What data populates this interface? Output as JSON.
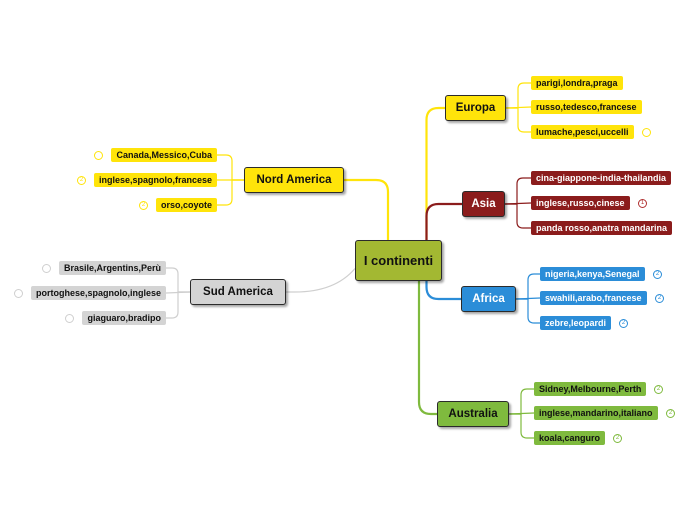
{
  "center": {
    "label": "I continenti",
    "color": "#a3b832"
  },
  "branches": {
    "europa": {
      "label": "Europa",
      "color": "#ffe40a",
      "leaves": [
        {
          "label": "parigi,londra,praga"
        },
        {
          "label": "russo,tedesco,francese"
        },
        {
          "label": "lumache,pesci,uccelli"
        }
      ]
    },
    "asia": {
      "label": "Asia",
      "color": "#8b1c1c",
      "leaves": [
        {
          "label": "cina-giappone-india-thailandia"
        },
        {
          "label": "inglese,russo,cinese",
          "badge": "1"
        },
        {
          "label": "panda rosso,anatra mandarina"
        }
      ]
    },
    "africa": {
      "label": "Africa",
      "color": "#2b8dd8",
      "leaves": [
        {
          "label": "nigeria,kenya,Senegal",
          "badge": "2"
        },
        {
          "label": "swahili,arabo,francese",
          "badge": "2"
        },
        {
          "label": "zebre,leopardi",
          "badge": "2"
        }
      ]
    },
    "australia": {
      "label": "Australia",
      "color": "#7fba3e",
      "leaves": [
        {
          "label": "Sidney,Melbourne,Perth",
          "badge": "2"
        },
        {
          "label": "inglese,mandarino,italiano",
          "badge": "2"
        },
        {
          "label": "koala,canguro",
          "badge": "2"
        }
      ]
    },
    "nord_america": {
      "label": "Nord America",
      "color": "#ffe40a",
      "leaves": [
        {
          "label": "Canada,Messico,Cuba"
        },
        {
          "label": "inglese,spagnolo,francese",
          "badge": "2"
        },
        {
          "label": "orso,coyote",
          "badge": "2"
        }
      ]
    },
    "sud_america": {
      "label": "Sud America",
      "color": "#d4d4d4",
      "leaves": [
        {
          "label": "Brasile,Argentins,Perù"
        },
        {
          "label": "portoghese,spagnolo,inglese"
        },
        {
          "label": "giaguaro,bradipo"
        }
      ]
    }
  }
}
